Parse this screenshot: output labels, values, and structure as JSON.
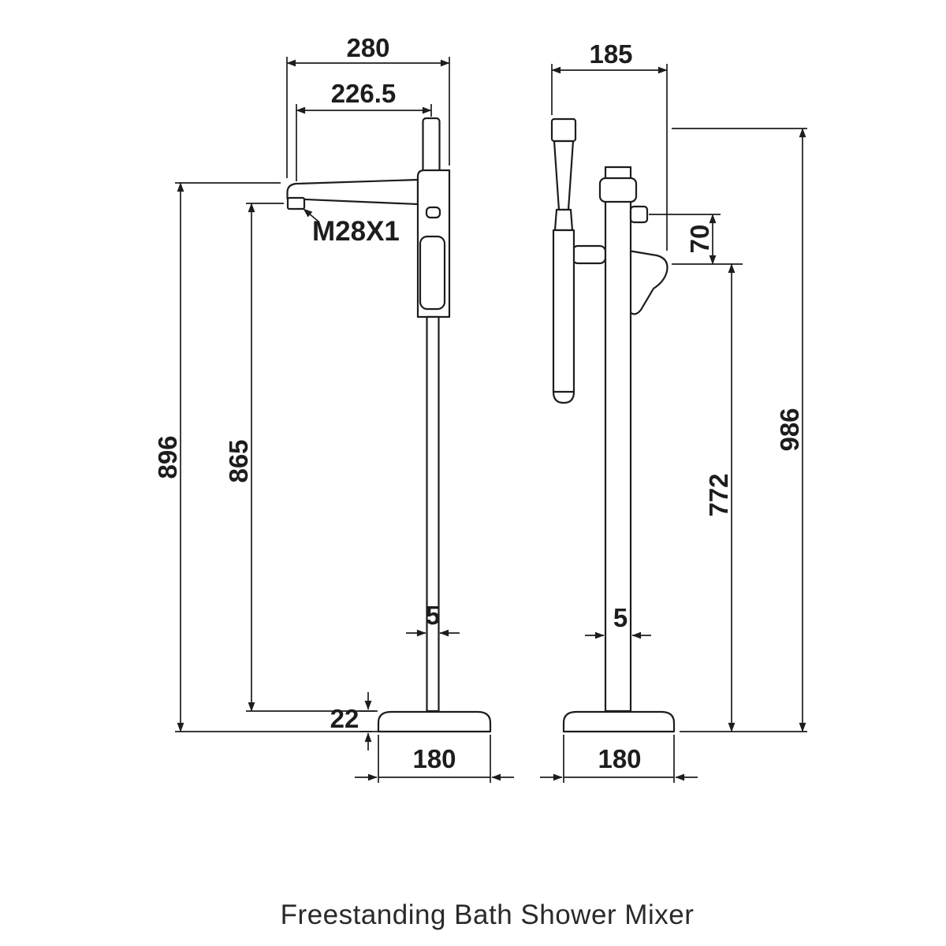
{
  "caption": "Freestanding Bath Shower Mixer",
  "front_view": {
    "dims": {
      "overall_width": "280",
      "spout_reach": "226.5",
      "overall_height": "896",
      "spout_height": "865",
      "column_width": "5",
      "base_thickness": "22",
      "base_diameter": "180"
    },
    "labels": {
      "spout_thread": "M28X1"
    }
  },
  "side_view": {
    "dims": {
      "overall_depth": "185",
      "spout_to_handle": "70",
      "overall_height": "986",
      "handle_height": "772",
      "column_width": "5",
      "base_diameter": "180"
    }
  },
  "colors": {
    "line": "#1d1d1d",
    "text": "#1d1d1d",
    "caption_text": "#2a2a2a",
    "background": "#ffffff"
  }
}
